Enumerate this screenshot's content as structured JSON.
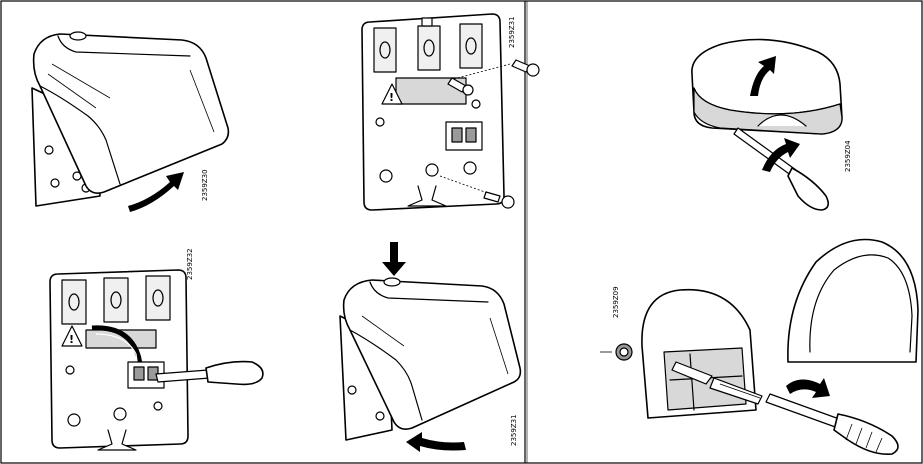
{
  "codes": {
    "p1": "2359Z30",
    "p2": "2359Z31",
    "p3": "2359Z32",
    "p4": "2359Z31",
    "p5": "2359Z04",
    "p6": "2359Z09"
  },
  "warning_symbol": "!",
  "icons": [
    "warning-triangle-icon",
    "curved-arrow-icon",
    "down-arrow-icon",
    "screw-icon",
    "screwdriver-icon"
  ]
}
